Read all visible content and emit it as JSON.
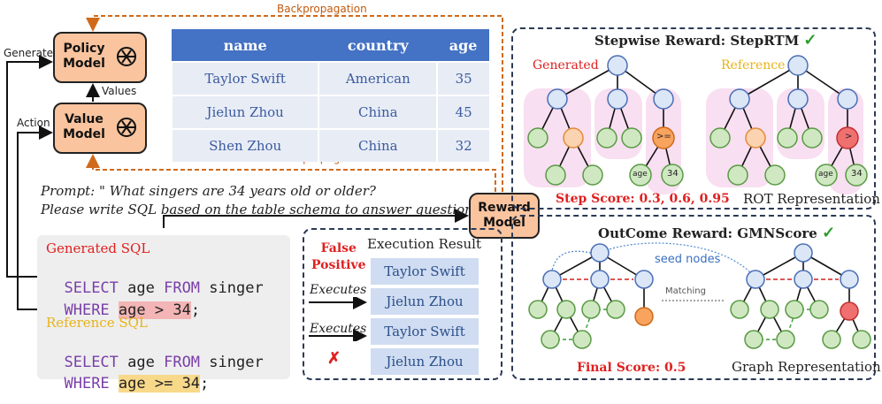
{
  "backprop_top": "Backpropagation",
  "backprop_bottom": "Backpropagation",
  "generate_label": "Generate",
  "action_label": "Action",
  "values_label": "Values",
  "policy_model": "Policy\nModel",
  "value_model": "Value\nModel",
  "table": {
    "headers": [
      "name",
      "country",
      "age"
    ],
    "rows": [
      [
        "Taylor Swift",
        "American",
        "35"
      ],
      [
        "Jielun Zhou",
        "China",
        "45"
      ],
      [
        "Shen Zhou",
        "China",
        "32"
      ]
    ]
  },
  "prompt_line1": "Prompt: \" What singers are 34 years old or older?",
  "prompt_line2": "Please write SQL based on the table schema to answer question.\"",
  "reward_model": "Reward\nModel",
  "generated_sql": {
    "label": "Generated SQL",
    "kw1": "SELECT",
    "t1": " age ",
    "kw2": "FROM",
    "t2": " singer",
    "kw3": "WHERE",
    "cond": "age > 34",
    "end": ";"
  },
  "reference_sql": {
    "label": "Reference SQL",
    "kw1": "SELECT",
    "t1": " age ",
    "kw2": "FROM",
    "t2": " singer",
    "kw3": "WHERE",
    "cond": "age >= 34",
    "end": ";"
  },
  "exec": {
    "false_positive_1": "False",
    "false_positive_2": "Positive",
    "title": "Execution Result",
    "executes_1": "Executes",
    "executes_2": "Executes",
    "cross": "✗",
    "r1": [
      "Taylor Swift",
      "Jielun Zhou"
    ],
    "r2": [
      "Taylor Swift",
      "Jielun Zhou"
    ]
  },
  "stepwise": {
    "title": "Stepwise Reward: StepRTM",
    "check": "✓",
    "generated": "Generated",
    "reference": "Reference",
    "ge_op": ">=",
    "gt_op": ">",
    "age_1": "age",
    "age_2": "age",
    "n34_1": "34",
    "n34_2": "34",
    "score": "Step Score: 0.3, 0.6, 0.95",
    "repr": "ROT Representation"
  },
  "outcome": {
    "title": "OutCome Reward: GMNScore",
    "check": "✓",
    "seed": "seed nodes",
    "matching": "Matching",
    "score": "Final Score: 0.5",
    "repr": "Graph Representation"
  },
  "colors": {
    "accent_orange": "#d06a1a",
    "table_header": "#4472c4",
    "node_blue": "#dbe6f7",
    "node_green": "#cfe8c2",
    "node_orange": "#f8a35e",
    "node_red": "#f07070"
  }
}
